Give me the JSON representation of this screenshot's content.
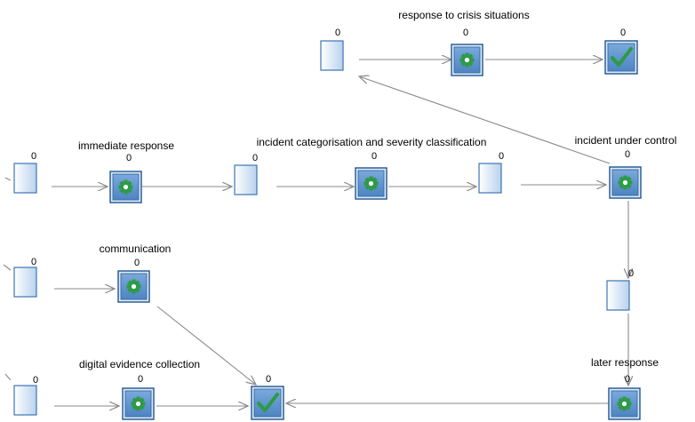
{
  "diagram": {
    "colors": {
      "edge": "#8a8a8a",
      "place_border": "#3c74b4",
      "place_fill_top": "#ffffff",
      "place_fill_bottom": "#b9d2ec",
      "transition_border": "#2c5f98",
      "transition_fill": "#5e95cf",
      "gear": "#2e9a48",
      "check": "#2f9a45"
    },
    "labels": {
      "response_to_crisis": "response to crisis situations",
      "immediate_response": "immediate response",
      "incident_categorisation": "incident categorisation and severity classification",
      "incident_under_control": "incident under control",
      "communication": "communication",
      "digital_evidence": "digital evidence collection",
      "later_response": "later response"
    },
    "counts": {
      "p_crisis_in": "0",
      "t_crisis": "0",
      "end_top": "0",
      "p_start_a": "0",
      "t_immediate": "0",
      "p_after_immediate": "0",
      "t_categorisation": "0",
      "p_after_categorisation": "0",
      "t_under_control": "0",
      "p_start_b": "0",
      "t_communication": "0",
      "p_after_control": "0",
      "p_start_c": "0",
      "t_digital": "0",
      "end_bottom": "0",
      "t_later": "0"
    },
    "icons": {
      "transition": "gear-icon",
      "end": "checkmark-icon",
      "place": "place-icon"
    }
  }
}
